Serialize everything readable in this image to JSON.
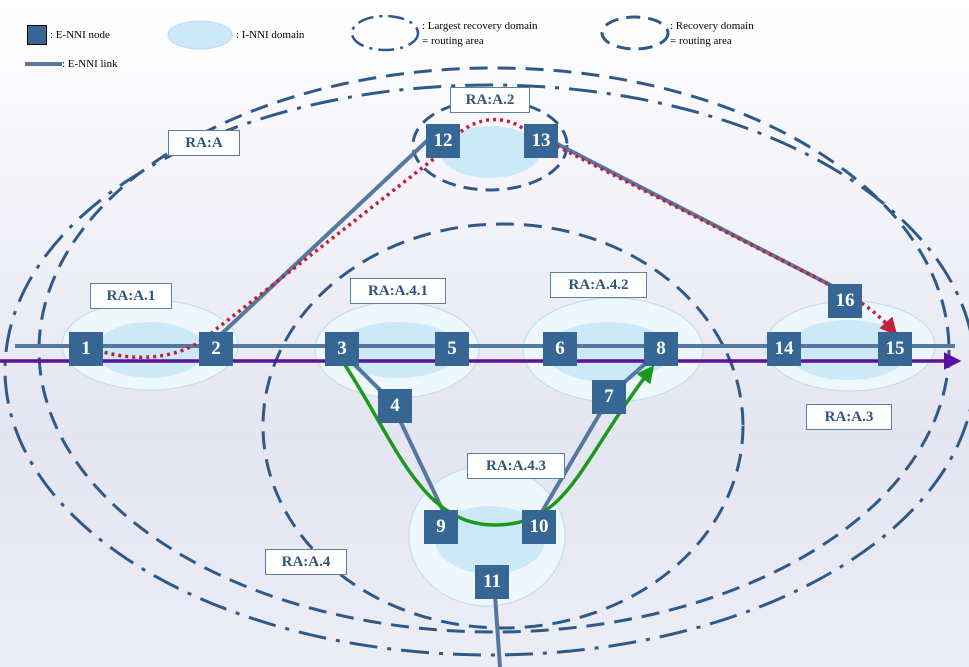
{
  "legend": {
    "enni_node": ": E-NNI node",
    "inni_domain": ": I-NNI domain",
    "enni_link": ": E-NNI link",
    "largest_recovery_line1": ": Largest recovery domain",
    "largest_recovery_line2": "= routing area",
    "recovery_line1": ": Recovery domain",
    "recovery_line2": "= routing area"
  },
  "routing_areas": {
    "ra_a": "RA:A",
    "ra_a1": "RA:A.1",
    "ra_a2": "RA:A.2",
    "ra_a3": "RA:A.3",
    "ra_a4": "RA:A.4",
    "ra_a41": "RA:A.4.1",
    "ra_a42": "RA:A.4.2",
    "ra_a43": "RA:A.4.3"
  },
  "nodes": {
    "n1": "1",
    "n2": "2",
    "n3": "3",
    "n4": "4",
    "n5": "5",
    "n6": "6",
    "n7": "7",
    "n8": "8",
    "n9": "9",
    "n10": "10",
    "n11": "11",
    "n12": "12",
    "n13": "13",
    "n14": "14",
    "n15": "15",
    "n16": "16"
  },
  "colors": {
    "node": "#356694",
    "link": "#5578a0",
    "domain_outline": "#2f5a88",
    "cloud": "#cde9f8",
    "path_red": "#c0203a",
    "path_green": "#1a9a1a",
    "path_purple": "#5a10a0"
  }
}
